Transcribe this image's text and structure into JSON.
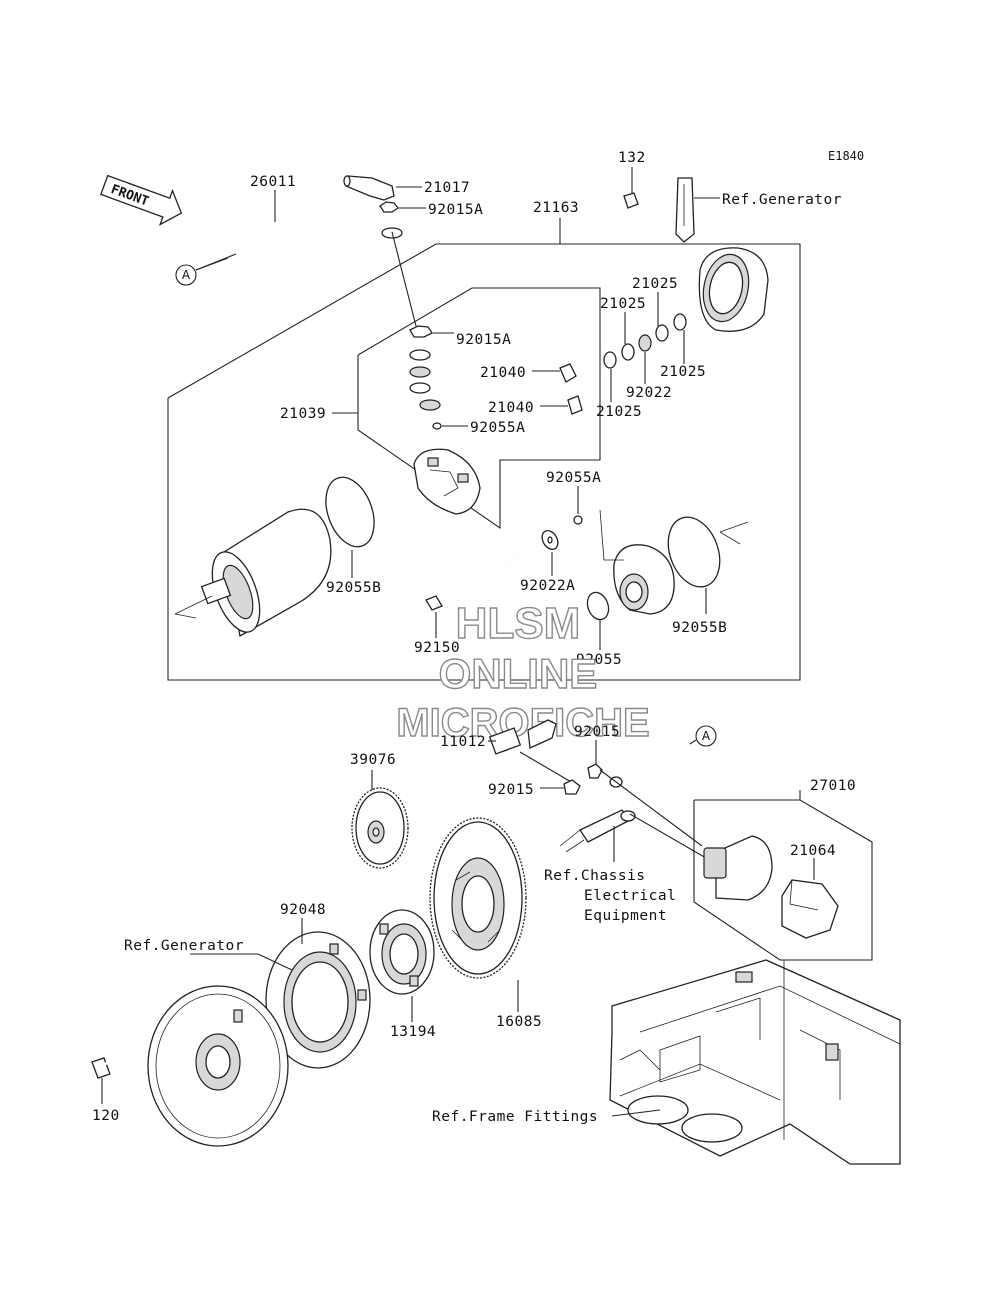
{
  "diagram_code": "E1840",
  "front_label": "FRONT",
  "watermark": [
    "HLSM",
    "ONLINE",
    "MICROFICHE"
  ],
  "connector_marker": "A",
  "part_labels": {
    "p26011": "26011",
    "p21017": "21017",
    "p92015A_top": "92015A",
    "p132": "132",
    "ref_generator_top": "Ref.Generator",
    "p21163": "21163",
    "p92015A_mid": "92015A",
    "p21025_a": "21025",
    "p21025_b": "21025",
    "p21025_c": "21025",
    "p21025_d": "21025",
    "p92022": "92022",
    "p21040_a": "21040",
    "p21040_b": "21040",
    "p21039": "21039",
    "p92055A_a": "92055A",
    "p92055A_b": "92055A",
    "p92055B_a": "92055B",
    "p92022A": "92022A",
    "p92055B_b": "92055B",
    "p92150": "92150",
    "p92055": "92055",
    "p11012": "11012",
    "p92015_a": "92015",
    "p92015_b": "92015",
    "p39076": "39076",
    "p27010": "27010",
    "p21064": "21064",
    "ref_chassis_1": "Ref.Chassis",
    "ref_chassis_2": "Electrical",
    "ref_chassis_3": "Equipment",
    "p92048": "92048",
    "ref_generator_bottom": "Ref.Generator",
    "p13194": "13194",
    "p16085": "16085",
    "p120": "120",
    "ref_frame": "Ref.Frame Fittings"
  }
}
